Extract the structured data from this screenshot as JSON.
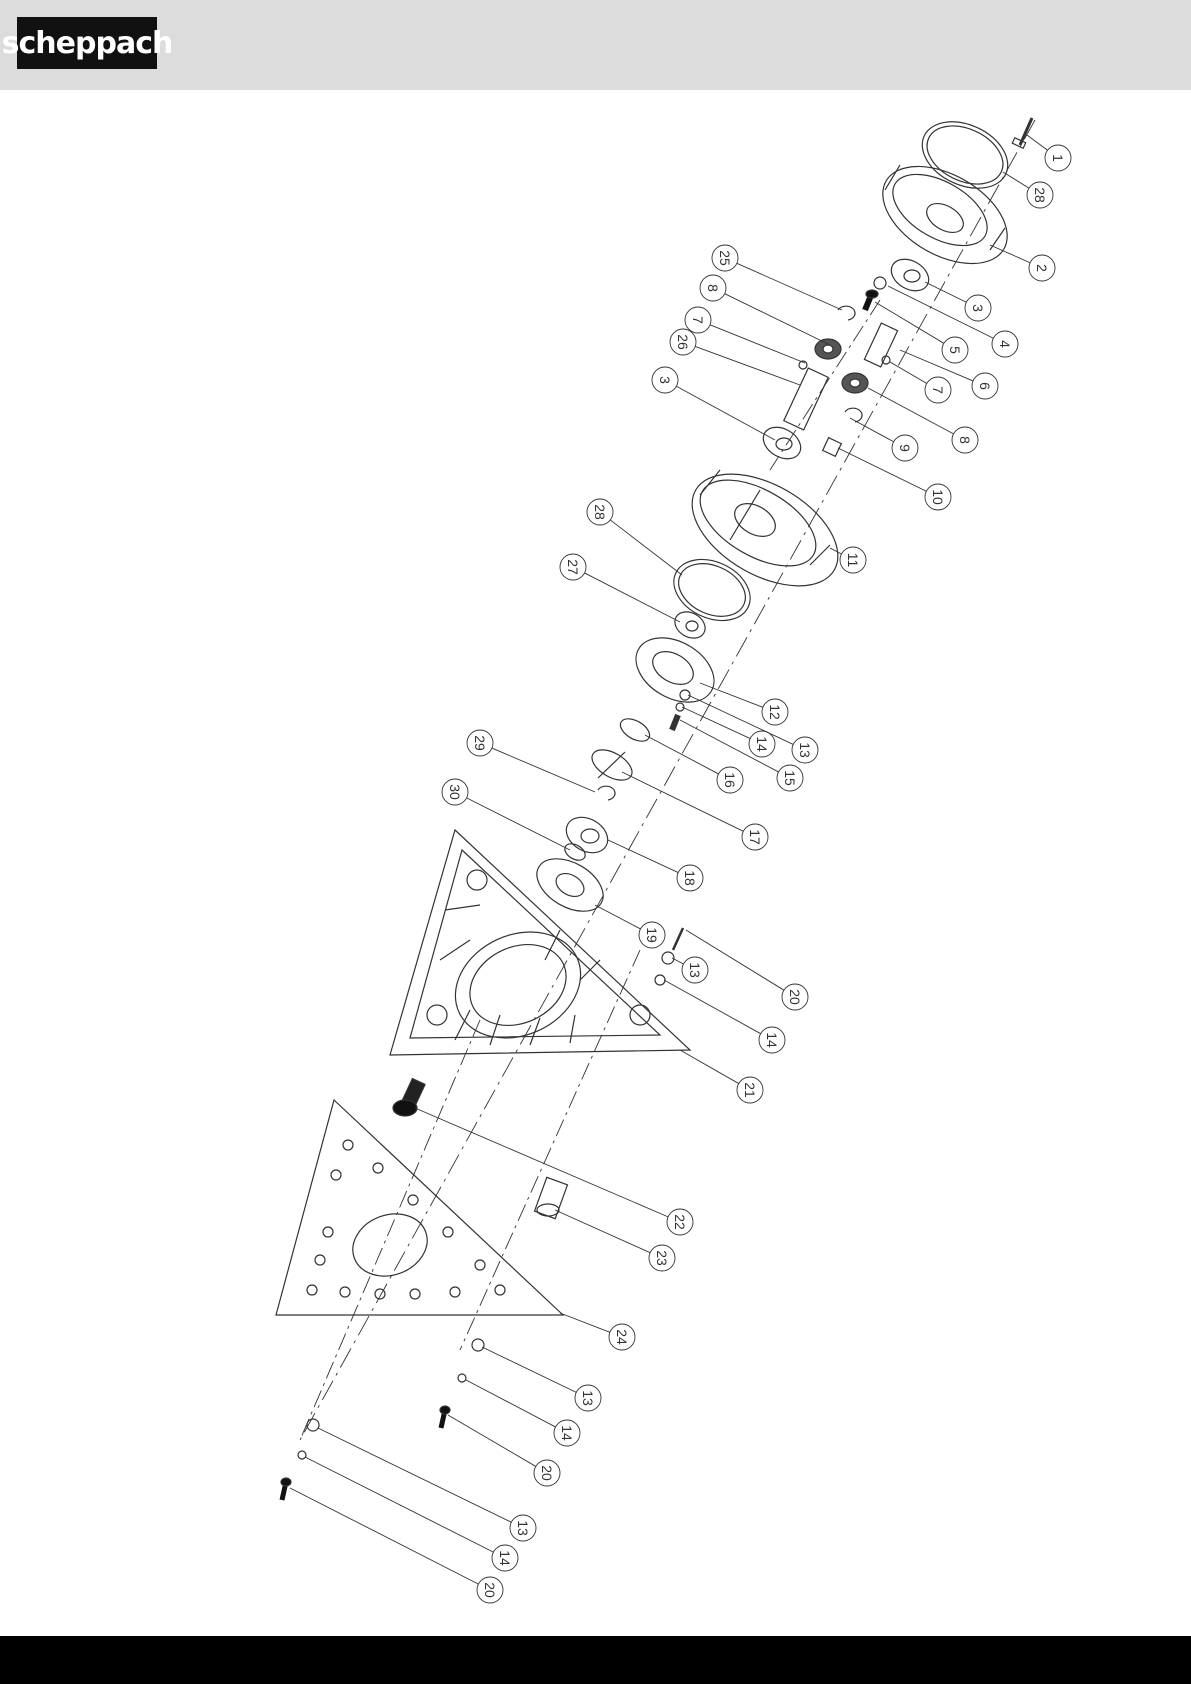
{
  "brand": {
    "logo_text": "scheppach"
  },
  "colors": {
    "header_bg": "#dcdcdc",
    "footer_bg": "#000000",
    "line": "#333333"
  },
  "parts": [
    {
      "id": "part-1",
      "label": "1"
    },
    {
      "id": "part-28a",
      "label": "28"
    },
    {
      "id": "part-2",
      "label": "2"
    },
    {
      "id": "part-3a",
      "label": "3"
    },
    {
      "id": "part-4",
      "label": "4"
    },
    {
      "id": "part-5",
      "label": "5"
    },
    {
      "id": "part-6",
      "label": "6"
    },
    {
      "id": "part-7a",
      "label": "7"
    },
    {
      "id": "part-8a",
      "label": "8"
    },
    {
      "id": "part-9",
      "label": "9"
    },
    {
      "id": "part-10",
      "label": "10"
    },
    {
      "id": "part-11",
      "label": "11"
    },
    {
      "id": "part-25",
      "label": "25"
    },
    {
      "id": "part-8b",
      "label": "8"
    },
    {
      "id": "part-7b",
      "label": "7"
    },
    {
      "id": "part-26",
      "label": "26"
    },
    {
      "id": "part-3b",
      "label": "3"
    },
    {
      "id": "part-28b",
      "label": "28"
    },
    {
      "id": "part-27",
      "label": "27"
    },
    {
      "id": "part-12",
      "label": "12"
    },
    {
      "id": "part-13a",
      "label": "13"
    },
    {
      "id": "part-14a",
      "label": "14"
    },
    {
      "id": "part-15",
      "label": "15"
    },
    {
      "id": "part-16",
      "label": "16"
    },
    {
      "id": "part-17",
      "label": "17"
    },
    {
      "id": "part-29",
      "label": "29"
    },
    {
      "id": "part-30",
      "label": "30"
    },
    {
      "id": "part-18",
      "label": "18"
    },
    {
      "id": "part-19",
      "label": "19"
    },
    {
      "id": "part-13b",
      "label": "13"
    },
    {
      "id": "part-20a",
      "label": "20"
    },
    {
      "id": "part-14b",
      "label": "14"
    },
    {
      "id": "part-21",
      "label": "21"
    },
    {
      "id": "part-22",
      "label": "22"
    },
    {
      "id": "part-23",
      "label": "23"
    },
    {
      "id": "part-24",
      "label": "24"
    },
    {
      "id": "part-13c",
      "label": "13"
    },
    {
      "id": "part-14c",
      "label": "14"
    },
    {
      "id": "part-20b",
      "label": "20"
    },
    {
      "id": "part-13d",
      "label": "13"
    },
    {
      "id": "part-14d",
      "label": "14"
    },
    {
      "id": "part-20c",
      "label": "20"
    }
  ]
}
